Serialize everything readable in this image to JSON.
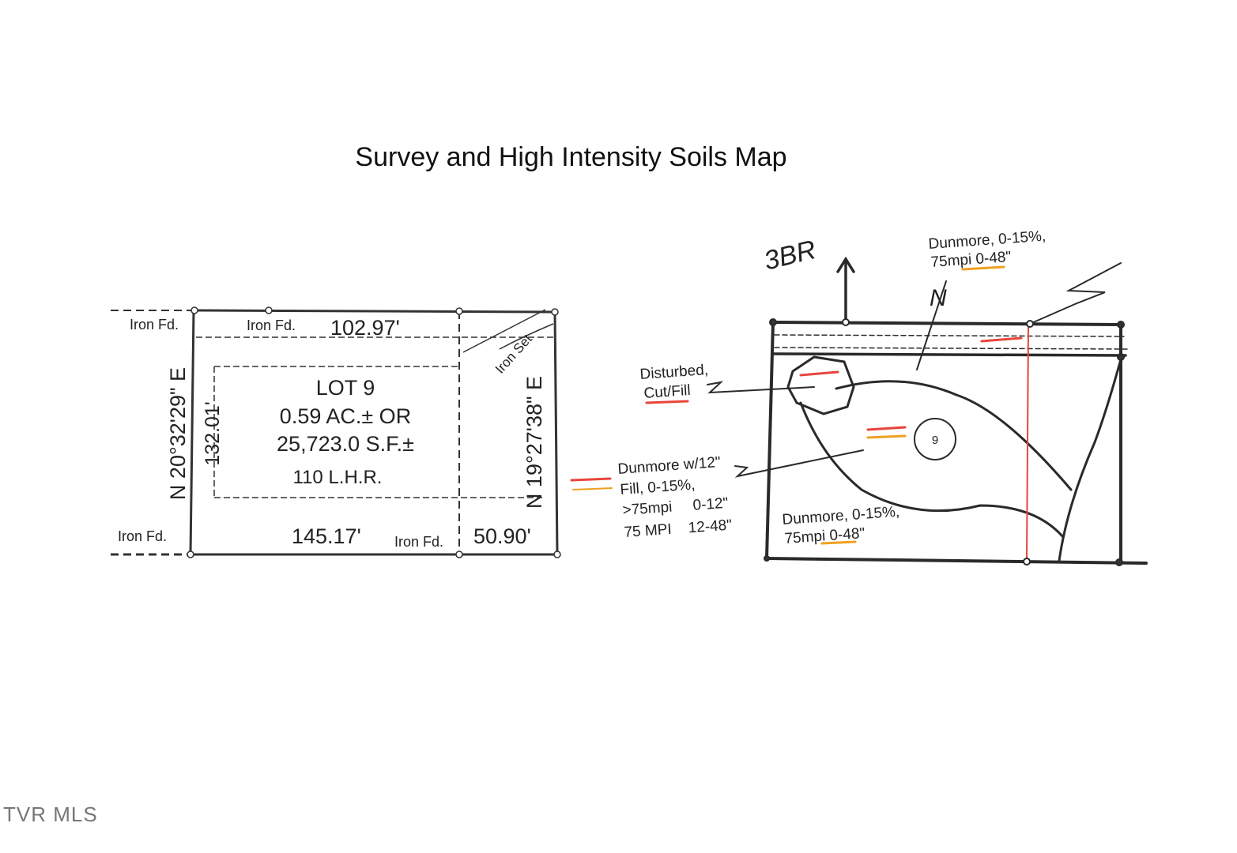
{
  "title": "Survey and High Intensity Soils Map",
  "watermark": "TVR MLS",
  "survey": {
    "lot_title": "LOT 9",
    "area_acres": "0.59 AC.± OR",
    "area_sqft": "25,723.0 S.F.±",
    "lhr": "110  L.H.R.",
    "top_dimension": "102.97'",
    "bottom_dimension": "145.17'",
    "bottom_right_dimension": "50.90'",
    "left_dimension": "132.01'",
    "left_bearing": "N 20°32'29\" E",
    "right_bearing": "N 19°27'38\" E",
    "iron_fd_top_left": "Iron Fd.",
    "iron_fd_top_middle": "Iron Fd.",
    "iron_fd_bottom_left": "Iron Fd.",
    "iron_fd_bottom_middle": "Iron Fd.",
    "iron_set": "Iron Set"
  },
  "soils": {
    "bedroom_label": "3BR",
    "north_label": "N",
    "lot_number": "9",
    "dunmore_top_line1": "Dunmore, 0-15%,",
    "dunmore_top_line2": "75mpi 0-48\"",
    "disturbed_line1": "Disturbed,",
    "disturbed_line2": "Cut/Fill",
    "fill_line1": "Dunmore w/12\"",
    "fill_line2": "Fill, 0-15%,",
    "fill_line3": ">75mpi     0-12\"",
    "fill_line4": "75 MPI    12-48\"",
    "dunmore_bottom_line1": "Dunmore, 0-15%,",
    "dunmore_bottom_line2": "75mpi 0-48\"",
    "colors": {
      "red": "#e8453c",
      "orange": "#f0a020",
      "line": "#2a2a2a"
    }
  }
}
